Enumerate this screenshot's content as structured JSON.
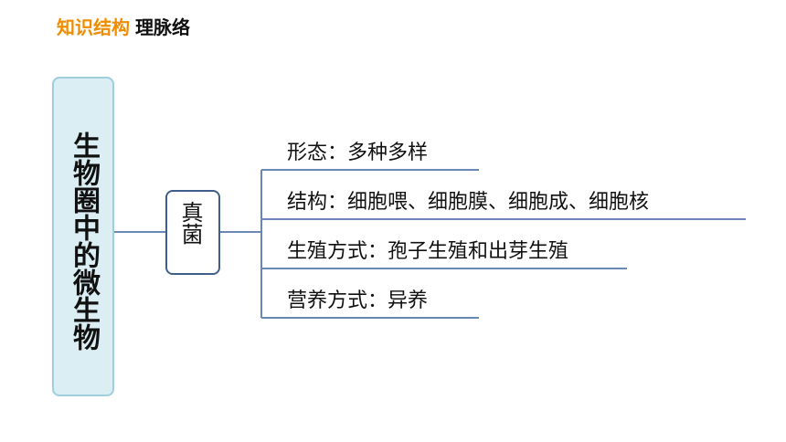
{
  "header": {
    "accent": "知识结构",
    "title": "理脉络"
  },
  "main_topic": "生物圈中的微生物",
  "sub_topic": "真菌",
  "branches": [
    {
      "label": "形态：多种多样"
    },
    {
      "label": "结构：细胞喂、细胞膜、细胞成、细胞核"
    },
    {
      "label": "生殖方式：孢子生殖和出芽生殖"
    },
    {
      "label": "营养方式：异养"
    }
  ],
  "colors": {
    "accent": "#f08c00",
    "line": "#6a88b5",
    "main_fill": "#dbeef4",
    "sub_border": "#3f5f8a"
  }
}
